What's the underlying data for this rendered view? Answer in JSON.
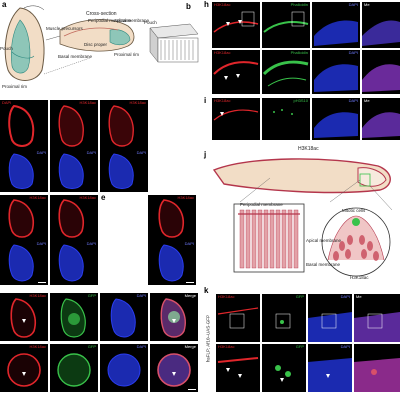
{
  "panels": {
    "a": "a",
    "b": "b",
    "e": "e",
    "h": "h",
    "i": "i",
    "j": "j",
    "k": "k"
  },
  "schematic_a": {
    "cross_section": "Cross-section",
    "peripodial_membrane": "Peripodial membrane",
    "apical_membrane": "Apical membrane",
    "pouch": "Pouch",
    "muscle_precursors": "Muscle precursors",
    "disc_proper": "Disc proper",
    "basal_membrane": "Basal membrane",
    "proximal_rim_top": "Proximal rim",
    "proximal_rim_left": "Proximal rim",
    "pouch_label": "Pouch"
  },
  "channels": {
    "dapi": "DAPI",
    "h3k18ac": "H3K18ac",
    "gfp": "GFP",
    "merge": "Merge",
    "phalloidin": "Phalloidin",
    "ph3s10": "pH3S10",
    "me": "Me"
  },
  "schematic_j": {
    "title": "H3K18ac",
    "peripodial_membrane": "Peripodial membrane",
    "mitotic_cells": "Mitotic cells",
    "apical_membrane": "Apical membrane",
    "basal_membrane": "Basal membrane",
    "h3k18ac_label": "H3K18ac"
  },
  "genotype_k": "hsFLP; Af10–UAS-GFP",
  "colors": {
    "red": "#e0262b",
    "green": "#39c24a",
    "blue": "#2a3df0",
    "pink": "#d8506a",
    "cream": "#f2ddc6"
  }
}
